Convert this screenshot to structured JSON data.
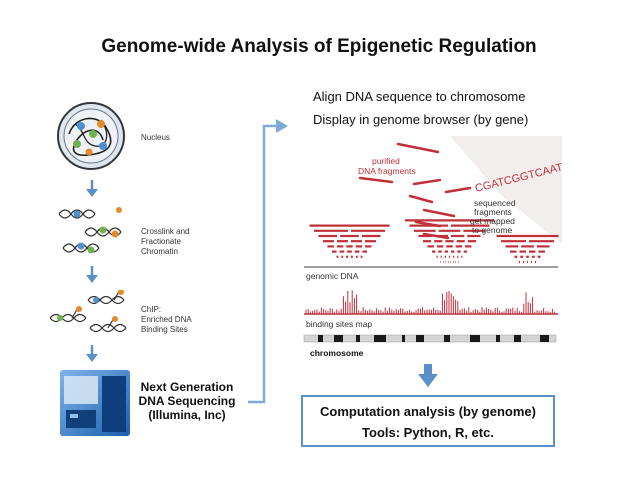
{
  "title": "Genome-wide Analysis of Epigenetic Regulation",
  "workflow": {
    "nucleus_label": "Nucleus",
    "crosslink_label": [
      "Crosslink and",
      "Fractionate",
      "Chromatin"
    ],
    "chip_label": [
      "ChIP:",
      "Enriched DNA",
      "Binding Sites"
    ],
    "ngs_label": [
      "Next Generation",
      "DNA Sequencing",
      "(Illumina, Inc)"
    ]
  },
  "alignment": {
    "caption_1": "Align DNA sequence to chromosome",
    "caption_2": "Display in genome browser (by gene)",
    "purified_label": [
      "purified",
      "DNA fragments"
    ],
    "sequence_text": "CGATCGGTCAAT",
    "sequenced_label": [
      "sequenced",
      "fragments",
      "get mapped",
      "to genome"
    ],
    "genomic_dna_label": "genomic DNA",
    "binding_map_label": "binding sites map",
    "chromosome_label": "chromosome"
  },
  "computation": {
    "line_1": "Computation analysis (by genome)",
    "line_2": "Tools: Python, R, etc."
  },
  "colors": {
    "arrow_blue": "#5b8fc9",
    "fragment_red": "#c0303a",
    "box_border": "#5b8fc9"
  }
}
